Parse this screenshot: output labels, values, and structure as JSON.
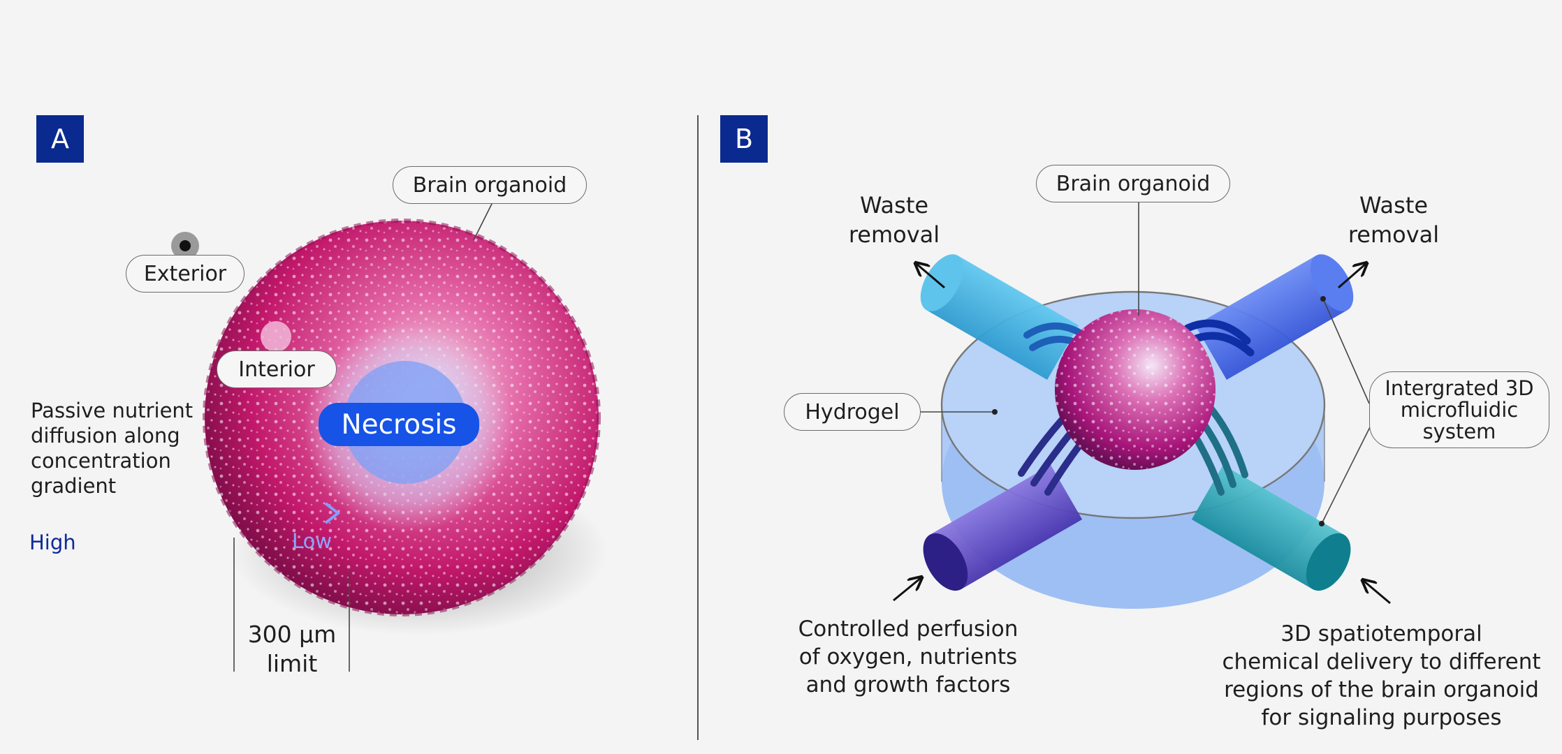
{
  "panels": [
    {
      "id": "A",
      "label": "A"
    },
    {
      "id": "B",
      "label": "B"
    }
  ],
  "panel_a": {
    "brain_organoid_label": "Brain organoid",
    "exterior_label": "Exterior",
    "interior_label": "Interior",
    "necrosis_label": "Necrosis",
    "diffusion_text": [
      "Passive nutrient",
      "diffusion along",
      "concentration",
      "gradient"
    ],
    "gradient_high": "High",
    "gradient_low": "Low",
    "limit_text": [
      "300 µm",
      "limit"
    ]
  },
  "panel_b": {
    "brain_organoid_label": "Brain organoid",
    "hydrogel_label": "Hydrogel",
    "waste_left": [
      "Waste",
      "removal"
    ],
    "waste_right": [
      "Waste",
      "removal"
    ],
    "microfluidic_label": [
      "Intergrated 3D",
      "microfluidic",
      "system"
    ],
    "perfusion_text": [
      "Controlled perfusion",
      "of oxygen, nutrients",
      "and growth factors"
    ],
    "delivery_text": [
      "3D spatiotemporal",
      "chemical delivery to different",
      "regions of the brain organoid",
      "for signaling purposes"
    ]
  },
  "colors": {
    "badge": "#0a2a8f",
    "organoid": "#c2186b",
    "necrosis": "#1653e6",
    "gradient_dark": "#0b2a9a",
    "gradient_light": "#7fa0ff",
    "hydrogel": "#a9c8f6",
    "tube_light_blue": "#49b5e3",
    "tube_blue": "#4f72ea",
    "tube_purple": "#5e4fc8",
    "tube_teal": "#2aa0b5"
  }
}
